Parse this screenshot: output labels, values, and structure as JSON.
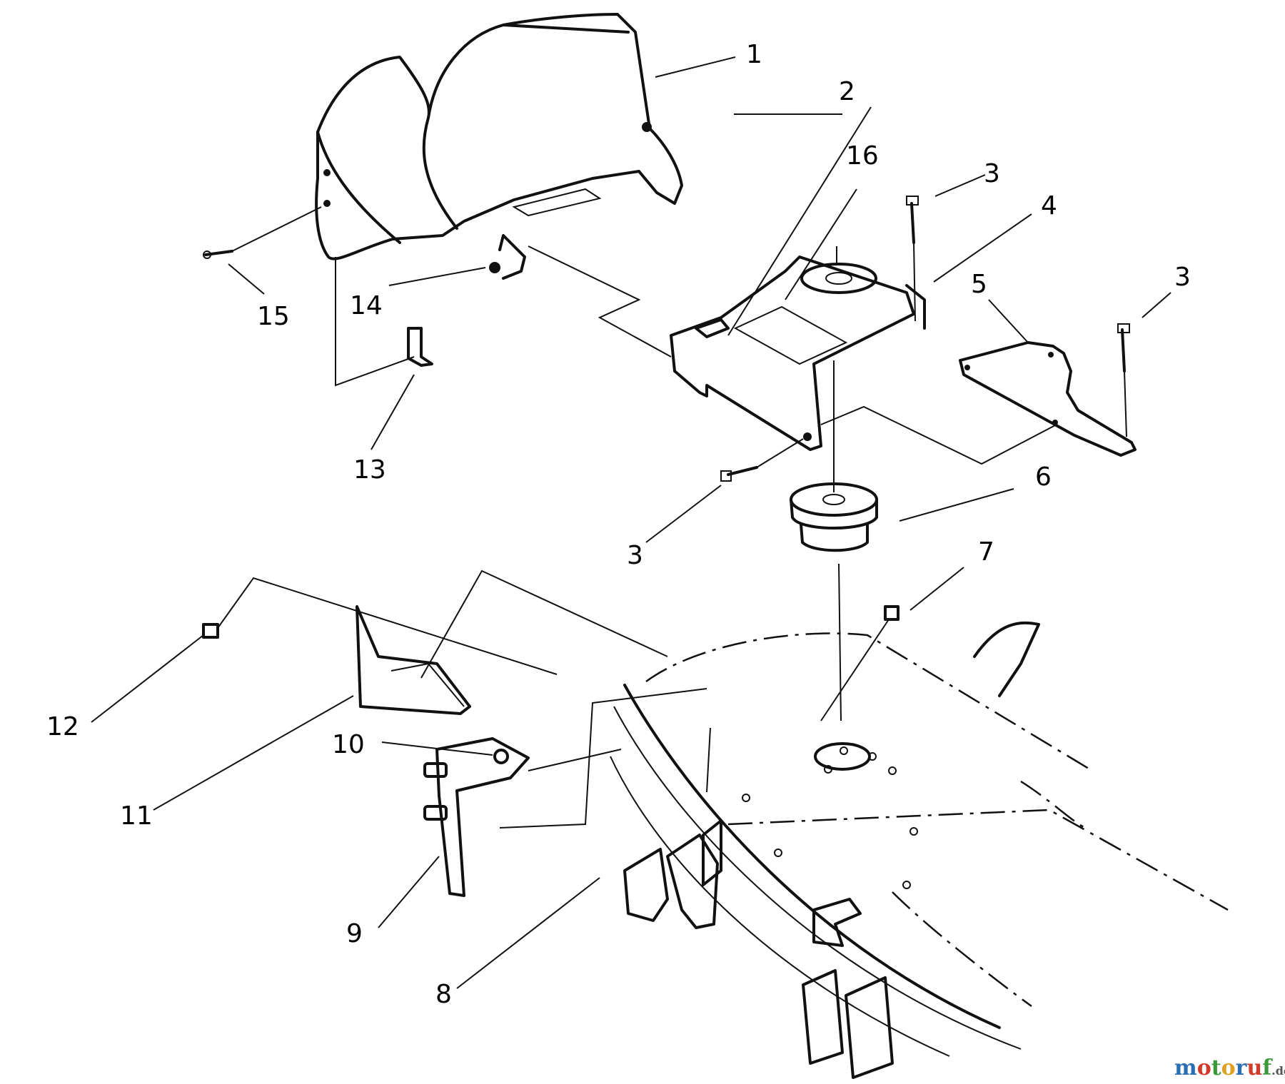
{
  "callouts": [
    {
      "id": "c1",
      "label": "1"
    },
    {
      "id": "c2",
      "label": "2"
    },
    {
      "id": "c16",
      "label": "16"
    },
    {
      "id": "c3a",
      "label": "3"
    },
    {
      "id": "c4",
      "label": "4"
    },
    {
      "id": "c5",
      "label": "5"
    },
    {
      "id": "c3b",
      "label": "3"
    },
    {
      "id": "c15",
      "label": "15"
    },
    {
      "id": "c14",
      "label": "14"
    },
    {
      "id": "c13",
      "label": "13"
    },
    {
      "id": "c6",
      "label": "6"
    },
    {
      "id": "c3c",
      "label": "3"
    },
    {
      "id": "c7",
      "label": "7"
    },
    {
      "id": "c12",
      "label": "12"
    },
    {
      "id": "c10",
      "label": "10"
    },
    {
      "id": "c11",
      "label": "11"
    },
    {
      "id": "c9",
      "label": "9"
    },
    {
      "id": "c8",
      "label": "8"
    }
  ],
  "watermark": {
    "brand": "motoruf",
    "suffix": ".de",
    "colors": {
      "m": "#2a6fb5",
      "o": "#d23a2a",
      "t": "#3a9a3a",
      "o2": "#e0a020",
      "r": "#2a6fb5",
      "u": "#d23a2a",
      "f": "#3a9a3a"
    }
  }
}
